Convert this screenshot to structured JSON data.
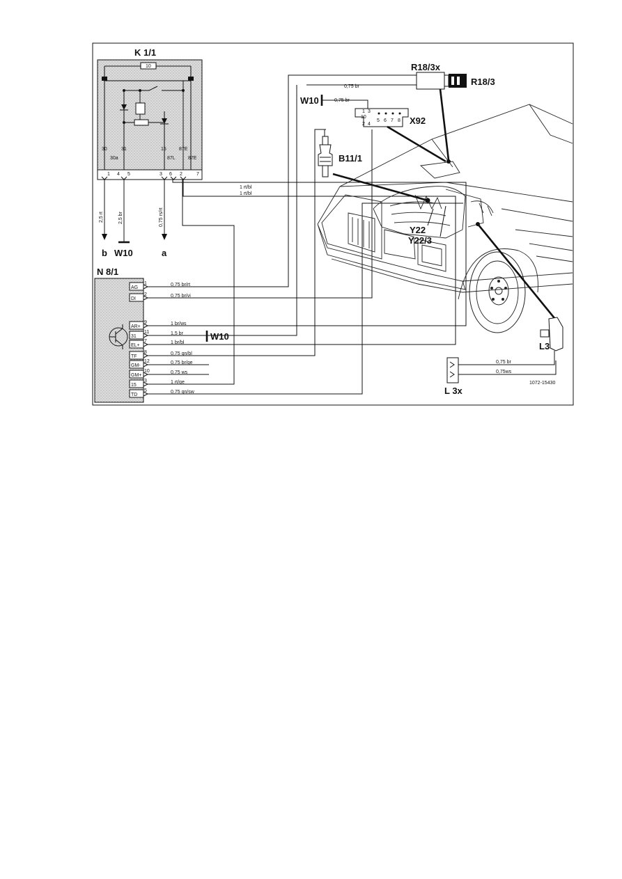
{
  "diagram": {
    "relay": {
      "label": "K 1/1",
      "fuse": "10",
      "terminals": [
        "30",
        "31",
        "15",
        "87E",
        "30a",
        "87L",
        "87E"
      ],
      "pins": [
        "1",
        "4",
        "5",
        "3",
        "6",
        "2",
        "7"
      ]
    },
    "relay_out": {
      "wires": [
        "2,5 rt",
        "2,5 br",
        "0,75 rs/rt"
      ],
      "labels": [
        "b",
        "W10",
        "a"
      ]
    },
    "module": {
      "label": "N 8/1",
      "pins": [
        {
          "name": "AG",
          "num": "1",
          "wire": "0,75 br/rt"
        },
        {
          "name": "DI",
          "num": "2",
          "wire": "0,75 br/vi"
        },
        {
          "name": "AR+",
          "num": "9",
          "wire": "1 br/ws"
        },
        {
          "name": "31",
          "num": "11",
          "wire": "1,5 br"
        },
        {
          "name": "EL+",
          "num": "7",
          "wire": "1 br/bl"
        },
        {
          "name": "TF",
          "num": "8",
          "wire": "0,75 gn/bl"
        },
        {
          "name": "GM-",
          "num": "12",
          "wire": "0,75 br/ge"
        },
        {
          "name": "GM+",
          "num": "10",
          "wire": "0,75 ws"
        },
        {
          "name": "15",
          "num": "3",
          "wire": "1 rt/ge"
        },
        {
          "name": "TD",
          "num": "5",
          "wire": "0,75 gn/sw"
        }
      ],
      "ground": "W10"
    },
    "components": {
      "r18_3x": "R18/3x",
      "r18_3": "R18/3",
      "w10_top": "W10",
      "x92": "X92",
      "b11_1": "B11/1",
      "y22": "Y22",
      "y22_3": "Y22/3",
      "l3": "L3",
      "l3x": "L 3x"
    },
    "wires": {
      "top_br": "0,75 br",
      "w10_br": "0,75 br",
      "rt_bl_1": "1 rt/bl",
      "rt_bl_2": "1 rt/bl",
      "l3x_br": "0,75 br",
      "l3x_ws": "0,75ws"
    },
    "x92_pins": [
      "1",
      "3",
      "10",
      "2",
      "4",
      "5",
      "6",
      "7",
      "8"
    ],
    "part_number": "1072-15430"
  }
}
